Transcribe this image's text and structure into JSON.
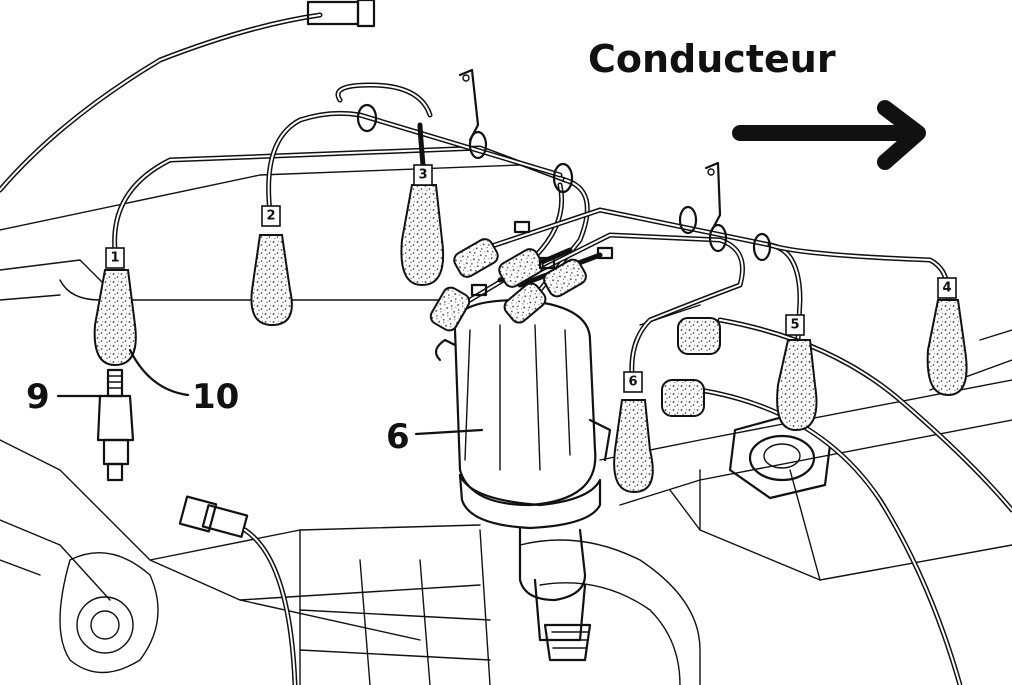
{
  "title": "Conducteur",
  "arrow_icon": "arrow-right-icon",
  "spark_plug_tags": [
    "1",
    "2",
    "3",
    "4",
    "5",
    "6"
  ],
  "callouts": {
    "spark_plug": "9",
    "plug_boot": "10",
    "distributor": "6"
  },
  "colors": {
    "ink": "#111111",
    "paper": "#ffffff"
  }
}
